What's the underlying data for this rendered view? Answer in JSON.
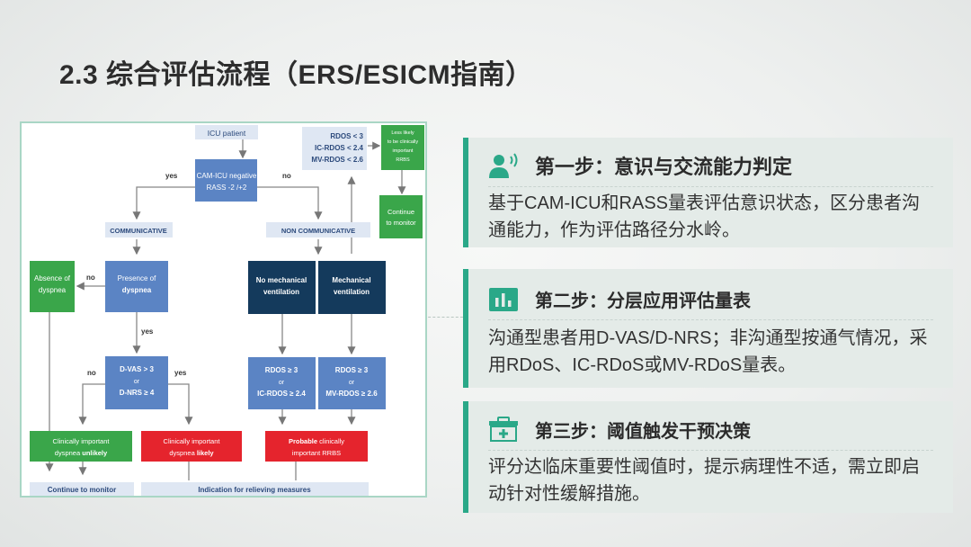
{
  "title": "2.3 综合评估流程（ERS/ESICM指南）",
  "flowchart": {
    "icu_patient": "ICU patient",
    "cam_line1": "CAM-ICU negative",
    "cam_line2": "RASS -2 /+2",
    "yes_top": "yes",
    "no_top": "no",
    "communicative": "COMMUNICATIVE",
    "non_communicative": "NON COMMUNICATIVE",
    "absence_line1": "Absence of",
    "absence_line2": "dyspnea",
    "no_left": "no",
    "presence_line1": "Presence of",
    "presence_line2": "dyspnea",
    "no_mech_line1": "No mechanical",
    "no_mech_line2": "ventilation",
    "mech_line1": "Mechanical",
    "mech_line2": "ventilation",
    "yes_mid": "yes",
    "dvas_line1": "D-VAS > 3",
    "dvas_line2": "or",
    "dvas_line3": "D-NRS ≥ 4",
    "no_dvas": "no",
    "yes_dvas": "yes",
    "rdos1_line1": "RDOS ≥ 3",
    "rdos1_line2": "or",
    "rdos1_line3": "IC-RDOS ≥ 2.4",
    "rdos2_line1": "RDOS ≥ 3",
    "rdos2_line2": "or",
    "rdos2_line3": "MV-RDOS ≥ 2.6",
    "top_right_line1": "RDOS < 3",
    "top_right_line2": "IC-RDOS < 2.4",
    "top_right_line3": "MV-RDOS < 2.6",
    "less_likely_line1": "Less likely",
    "less_likely_line2": "to be clinically",
    "less_likely_line3": "important",
    "less_likely_line4": "RRBS",
    "continue_right_line1": "Continue",
    "continue_right_line2": "to monitor",
    "unlikely_line1": "Clinically important",
    "unlikely_line2a": "dyspnea ",
    "unlikely_line2b": "unlikely",
    "likely_line1": "Clinically important",
    "likely_line2a": "dyspnea ",
    "likely_line2b": "likely",
    "probable_line1a": "Probable ",
    "probable_line1b": "clinically",
    "probable_line2": "important RRBS",
    "continue_bottom": "Continue to monitor",
    "indication_bottom": "Indication for relieving measures"
  },
  "steps": [
    {
      "icon": "person-speaking-icon",
      "title": "第一步：意识与交流能力判定",
      "body": "基于CAM-ICU和RASS量表评估意识状态，区分患者沟通能力，作为评估路径分水岭。"
    },
    {
      "icon": "bar-chart-icon",
      "title": "第二步：分层应用评估量表",
      "body": "沟通型患者用D-VAS/D-NRS；非沟通型按通气情况，采用RDoS、IC-RDoS或MV-RDoS量表。"
    },
    {
      "icon": "medical-kit-icon",
      "title": "第三步：阈值触发干预决策",
      "body": "评分达临床重要性阈值时，提示病理性不适，需立即启动针对性缓解措施。"
    }
  ],
  "colors": {
    "accent": "#2aa888",
    "light_blue": "#5b84c4",
    "dark_navy": "#143a5c",
    "green": "#3aa64a",
    "red": "#e5242d",
    "pale_blue": "#dfe7f3"
  }
}
